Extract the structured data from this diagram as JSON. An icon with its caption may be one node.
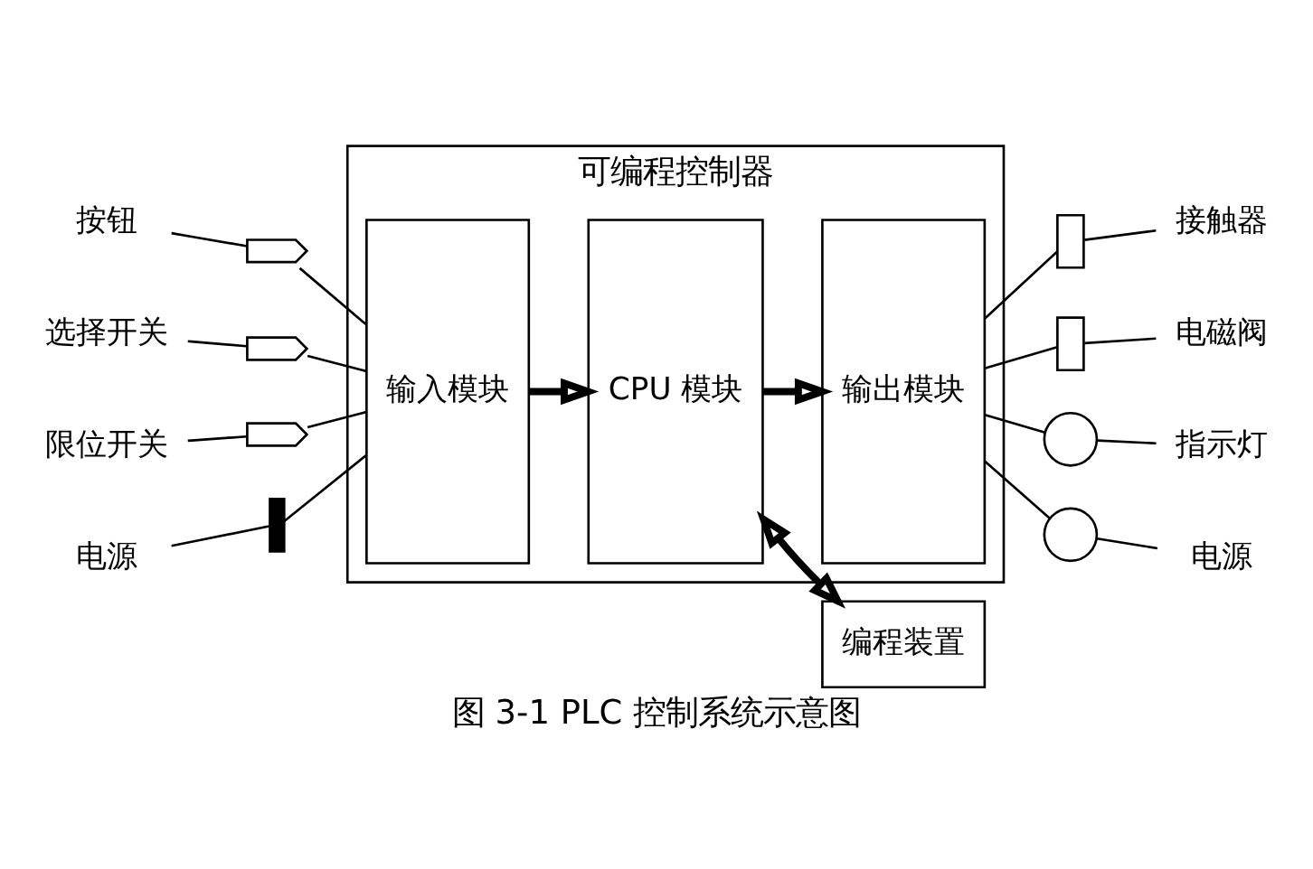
{
  "diagram": {
    "caption": "图 3-1 PLC 控制系统示意图",
    "nodes": [
      {
        "text": [
          "可编程控制器"
        ]
      },
      {
        "text": [
          "输入模块"
        ],
        "in": 0
      },
      {
        "text": [
          "CPU 模块"
        ],
        "in": 0
      },
      {
        "text": [
          "输出模块"
        ],
        "in": 0
      },
      {
        "text": [
          "编程装置"
        ]
      },
      {
        "text": [
          "按钮"
        ]
      },
      {
        "text": [
          "选择开关"
        ]
      },
      {
        "text": [
          "限位开关"
        ]
      },
      {
        "text": [
          "电源"
        ]
      },
      {
        "text": [
          "接触器"
        ]
      },
      {
        "text": [
          "电磁阀"
        ]
      },
      {
        "text": [
          "指示灯"
        ]
      },
      {
        "text": [
          "电源"
        ]
      },
      {
        "text": [],
        "shape": "switch"
      },
      {
        "text": [],
        "shape": "switch"
      },
      {
        "text": [],
        "shape": "switch"
      },
      {
        "text": [],
        "shape": "battery"
      },
      {
        "text": [],
        "shape": "box"
      },
      {
        "text": [],
        "shape": "box"
      },
      {
        "text": [],
        "shape": "circle"
      },
      {
        "text": [],
        "shape": "circle"
      }
    ],
    "edges": [
      {
        "from": 5,
        "to": 13,
        "arrow": "none"
      },
      {
        "from": 13,
        "to": 1,
        "arrow": "none"
      },
      {
        "from": 6,
        "to": 14,
        "arrow": "none"
      },
      {
        "from": 14,
        "to": 1,
        "arrow": "none"
      },
      {
        "from": 7,
        "to": 15,
        "arrow": "none"
      },
      {
        "from": 15,
        "to": 1,
        "arrow": "none"
      },
      {
        "from": 8,
        "to": 16,
        "arrow": "none"
      },
      {
        "from": 16,
        "to": 1,
        "arrow": "none"
      },
      {
        "from": 1,
        "to": 2,
        "arrow": "to",
        "style": "thick"
      },
      {
        "from": 2,
        "to": 3,
        "arrow": "to",
        "style": "thick"
      },
      {
        "from": 2,
        "to": 4,
        "arrow": "both",
        "style": "thick"
      },
      {
        "from": 3,
        "to": 17,
        "arrow": "none"
      },
      {
        "from": 17,
        "to": 9,
        "arrow": "none"
      },
      {
        "from": 3,
        "to": 18,
        "arrow": "none"
      },
      {
        "from": 18,
        "to": 10,
        "arrow": "none"
      },
      {
        "from": 3,
        "to": 19,
        "arrow": "none"
      },
      {
        "from": 19,
        "to": 11,
        "arrow": "none"
      },
      {
        "from": 3,
        "to": 20,
        "arrow": "none"
      },
      {
        "from": 20,
        "to": 12,
        "arrow": "none"
      }
    ]
  }
}
